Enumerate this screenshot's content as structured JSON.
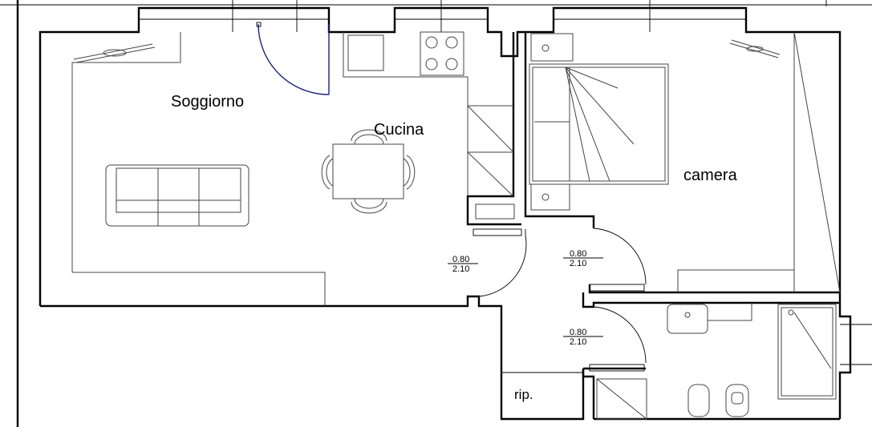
{
  "rooms": {
    "soggiorno": "Soggiorno",
    "cucina": "Cucina",
    "camera": "camera",
    "ripostiglio": "rip."
  },
  "doors": [
    {
      "width": "0.80",
      "height": "2.10"
    },
    {
      "width": "0.80",
      "height": "2.10"
    },
    {
      "width": "0.80",
      "height": "2.10"
    }
  ],
  "colors": {
    "wall": "#000000",
    "entrance_door": "#1a237e"
  }
}
